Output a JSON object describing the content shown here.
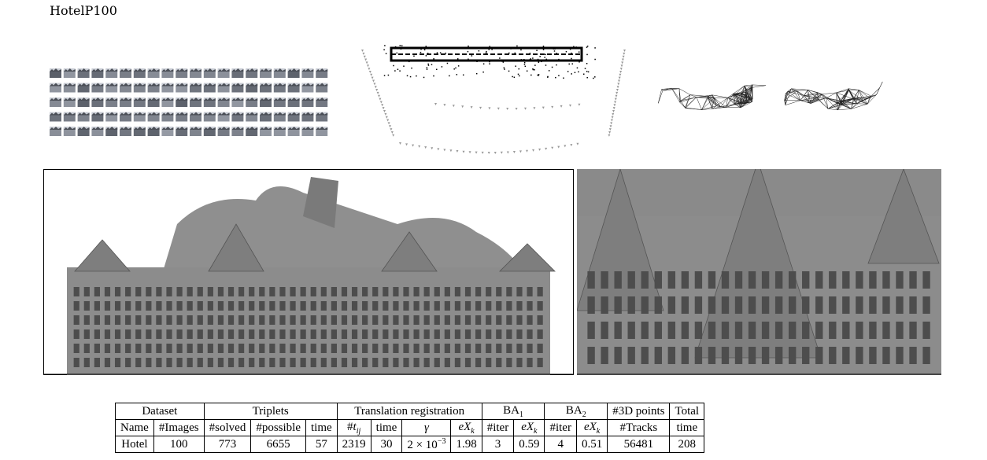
{
  "figure": {
    "title": "HotelP100"
  },
  "table": {
    "group_headers": {
      "dataset": "Dataset",
      "triplets": "Triplets",
      "translation": "Translation registration",
      "ba1": "BA",
      "ba1_sub": "1",
      "ba2": "BA",
      "ba2_sub": "2",
      "points3d": "#3D points",
      "total": "Total"
    },
    "columns": {
      "name": "Name",
      "images": "#Images",
      "solved": "#solved",
      "possible": "#possible",
      "triplet_time": "time",
      "tij_hash": "#",
      "tij_t": "t",
      "tij_sub": "ij",
      "reg_time": "time",
      "gamma": "γ",
      "exk_reg_e": "eX",
      "exk_reg_sub": "k",
      "ba1_iter": "#iter",
      "exk_ba1_e": "eX",
      "exk_ba1_sub": "k",
      "ba2_iter": "#iter",
      "exk_ba2_e": "eX",
      "exk_ba2_sub": "k",
      "tracks": "#Tracks",
      "total_time": "time"
    },
    "row": {
      "name": "Hotel",
      "images": "100",
      "solved": "773",
      "possible": "6655",
      "triplet_time": "57",
      "tij": "2319",
      "reg_time": "30",
      "gamma_base": "2 × 10",
      "gamma_exp": "−3",
      "exk_reg": "1.98",
      "ba1_iter": "3",
      "exk_ba1": "0.59",
      "ba2_iter": "4",
      "exk_ba2": "0.51",
      "tracks": "56481",
      "total_time": "208"
    }
  }
}
